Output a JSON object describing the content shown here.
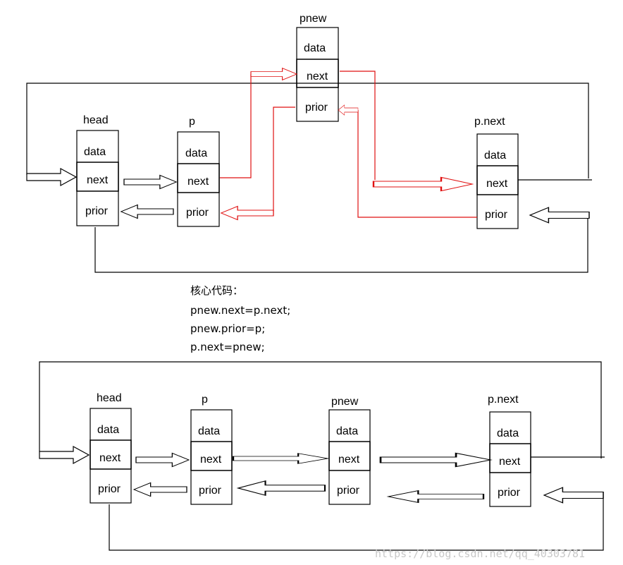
{
  "colors": {
    "black": "#000000",
    "red": "#e01010",
    "watermark": "#c8c8c8"
  },
  "top": {
    "nodes": {
      "head": {
        "title": "head",
        "data": "data",
        "next": "next",
        "prior": "prior"
      },
      "p": {
        "title": "p",
        "data": "data",
        "next": "next",
        "prior": "prior"
      },
      "pnew": {
        "title": "pnew",
        "data": "data",
        "next": "next",
        "prior": "prior"
      },
      "pnext": {
        "title": "p.next",
        "data": "data",
        "next": "next",
        "prior": "prior"
      }
    }
  },
  "code": {
    "heading": "核心代码：",
    "lines": [
      "pnew.next=p.next;",
      "pnew.prior=p;",
      "p.next=pnew;"
    ]
  },
  "bottom": {
    "nodes": {
      "head": {
        "title": "head",
        "data": "data",
        "next": "next",
        "prior": "prior"
      },
      "p": {
        "title": "p",
        "data": "data",
        "next": "next",
        "prior": "prior"
      },
      "pnew": {
        "title": "pnew",
        "data": "data",
        "next": "next",
        "prior": "prior"
      },
      "pnext": {
        "title": "p.next",
        "data": "data",
        "next": "next",
        "prior": "prior"
      }
    }
  },
  "watermark": "https://blog.csdn.net/qq_40303781"
}
